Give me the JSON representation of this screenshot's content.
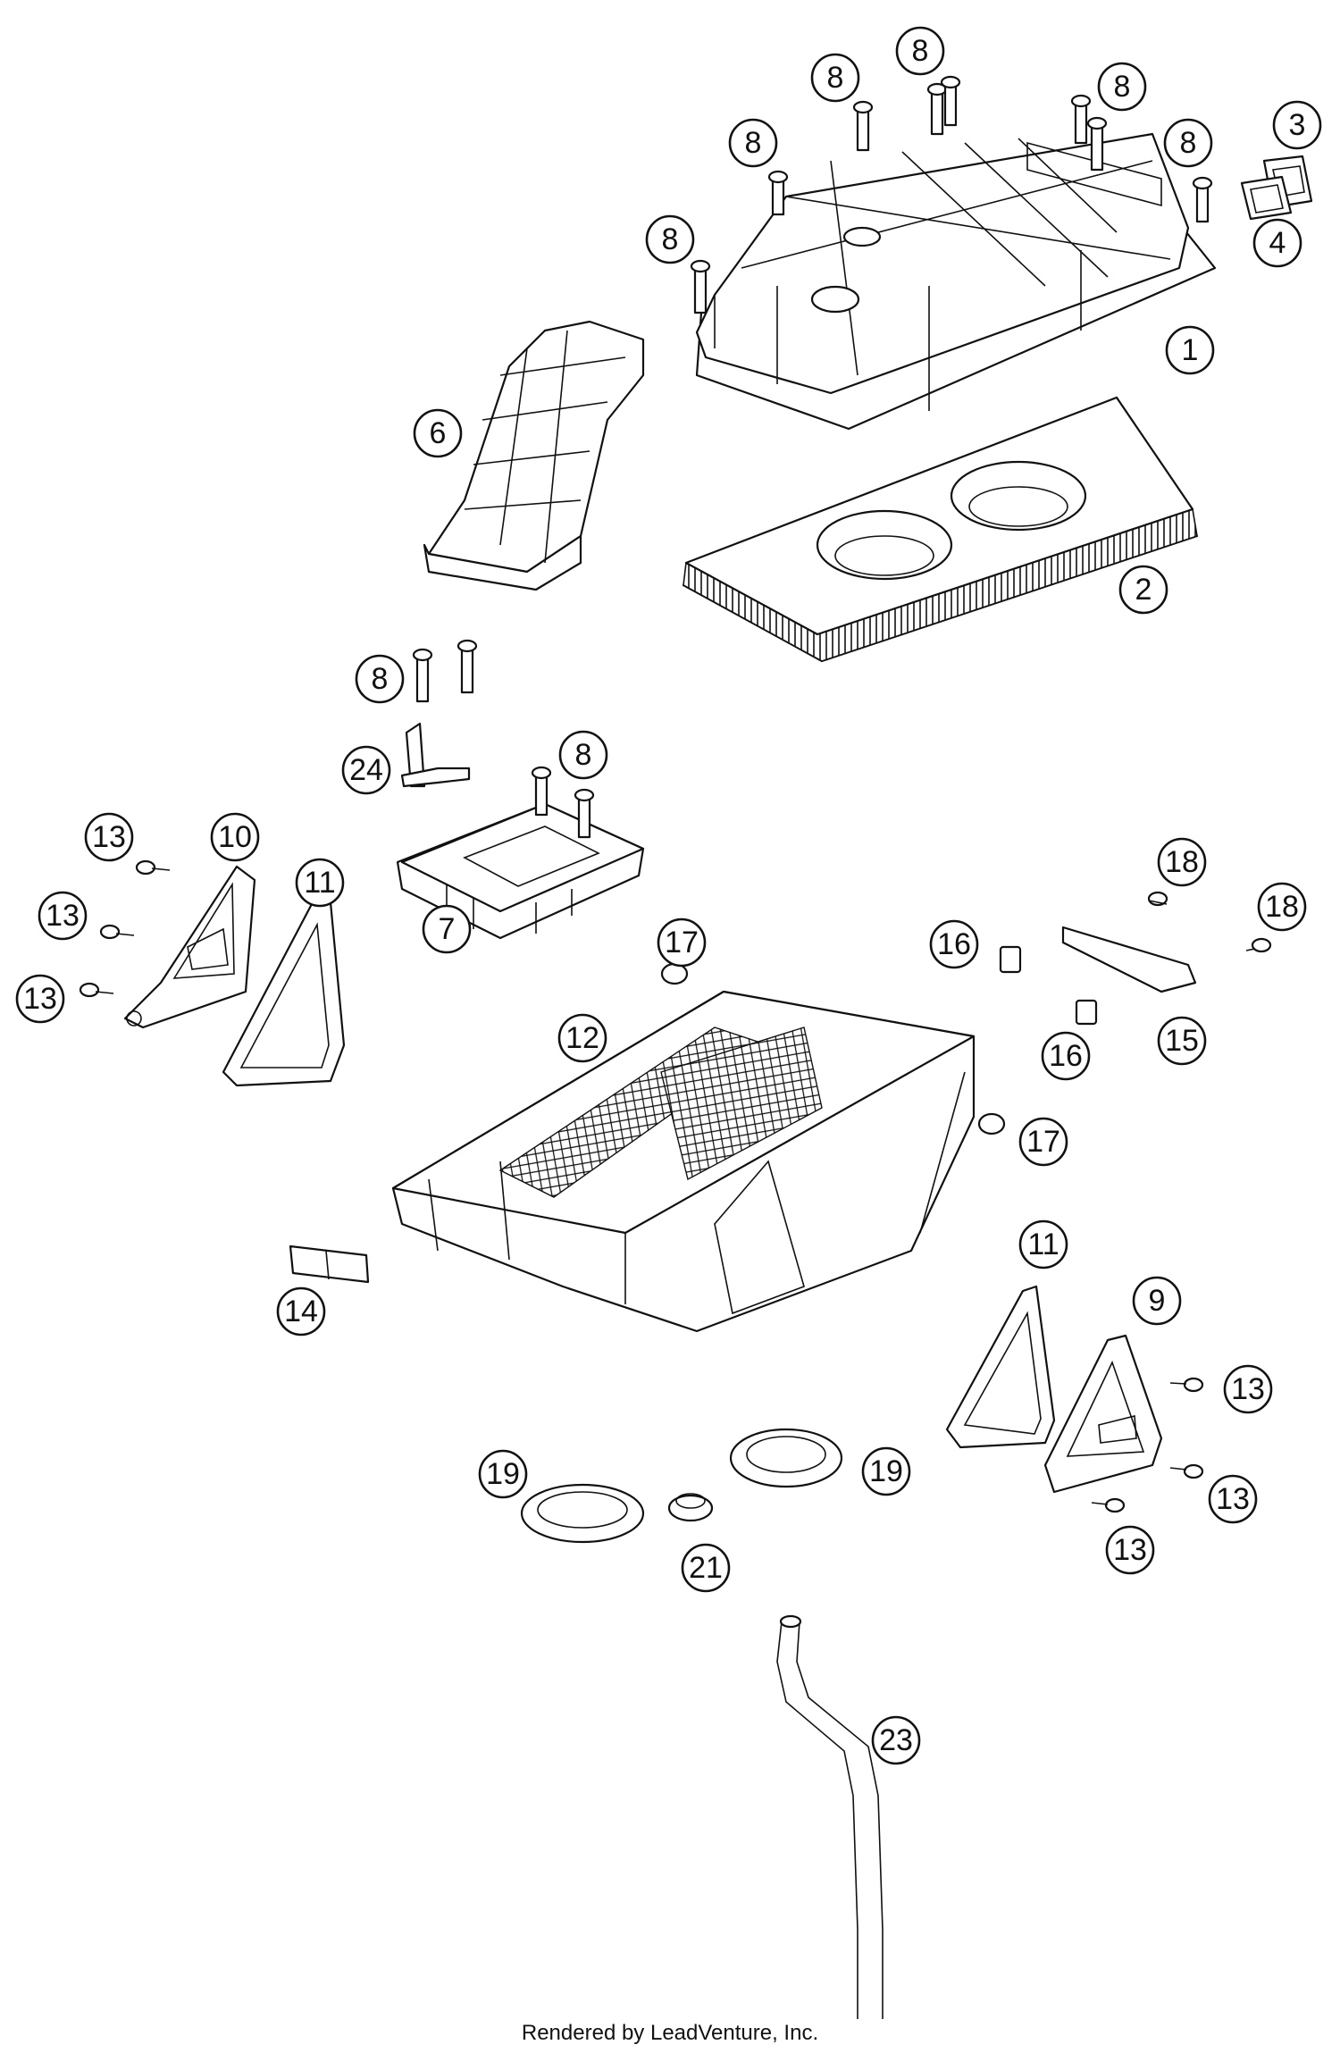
{
  "diagram": {
    "callouts": [
      "8",
      "8",
      "8",
      "8",
      "8",
      "3",
      "4",
      "8",
      "1",
      "6",
      "2",
      "8",
      "24",
      "8",
      "13",
      "10",
      "11",
      "13",
      "7",
      "13",
      "17",
      "16",
      "18",
      "18",
      "12",
      "15",
      "16",
      "17",
      "14",
      "11",
      "9",
      "13",
      "19",
      "19",
      "13",
      "21",
      "13",
      "23"
    ],
    "credit": "Rendered by LeadVenture, Inc."
  }
}
